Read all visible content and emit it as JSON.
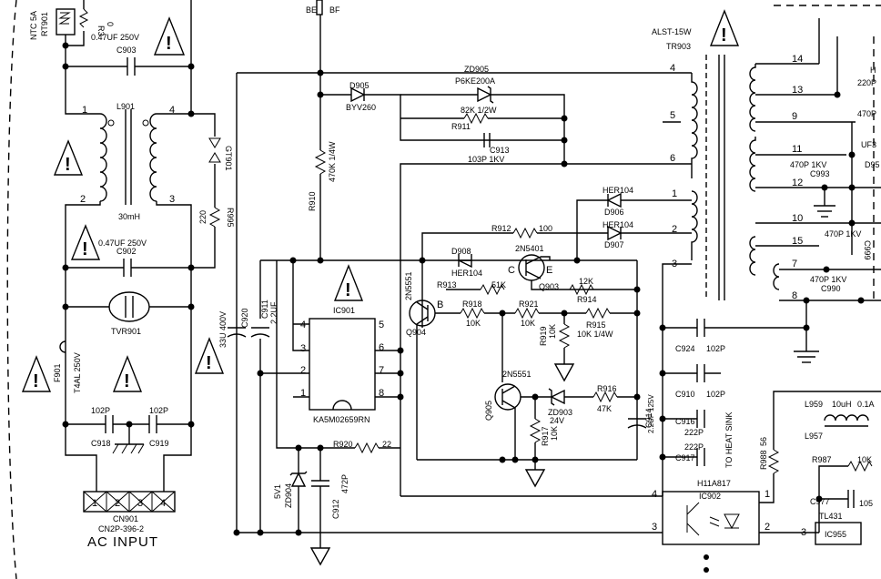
{
  "labels": {
    "rt901": "RT901",
    "ntc": "NTC 5A",
    "r3": "R3",
    "r3v": "0",
    "c903v": "0.47UF 250V",
    "c903": "C903",
    "l901": "L901",
    "l901v": "30mH",
    "gt901": "GT901",
    "r995": "R995",
    "r995v": "220",
    "c902v": "0.47UF 250V",
    "c902": "C902",
    "tvr901": "TVR901",
    "f901": "F901",
    "f901v": "T4AL 250V",
    "c918v": "102P",
    "c918": "C918",
    "c919v": "102P",
    "c919": "C919",
    "cn901": "CN901",
    "cn901t": "CN2P-396-2",
    "acinput": "AC INPUT",
    "be": "BE",
    "bf": "BF",
    "d905": "D905",
    "d905t": "BYV260",
    "zd905": "ZD905",
    "zd905t": "P6KE200A",
    "r911v": "82K 1/2W",
    "r911": "R911",
    "c913": "C913",
    "c913v": "103P 1KV",
    "r910": "R910",
    "r910v": "470K 1/4W",
    "c920": "C920",
    "c920v": "33U 400V",
    "c911": "C911",
    "c911v": "2.2UF",
    "ic901": "IC901",
    "ic901t": "KA5M02659RN",
    "zd904": "ZD904",
    "zd904v": "5V1",
    "c912": "C912",
    "c912v": "472P",
    "r920": "R920",
    "r920v": "22",
    "tr903": "TR903",
    "tr903t": "ALST-15W",
    "d906t": "HER104",
    "d906": "D906",
    "d907t": "HER104",
    "d907": "D907",
    "r912": "R912",
    "r912v": "100",
    "q903t": "2N5401",
    "q903": "Q903",
    "d908": "D908",
    "d908t": "HER104",
    "q904t": "2N5551",
    "q904": "Q904",
    "r913": "R913",
    "r913v": "51K",
    "r918": "R918",
    "r918v": "10K",
    "r921": "R921",
    "r921v": "10K",
    "r914v": "12K",
    "r914": "R914",
    "r915": "R915",
    "r915v": "10K 1/4W",
    "r919": "R919",
    "r919v": "10K",
    "q905t": "2N5551",
    "q905": "Q905",
    "zd903": "ZD903",
    "zd903v": "24V",
    "r916": "R916",
    "r916v": "47K",
    "r917": "R917",
    "r917v": "10K",
    "c914": "C914",
    "c914v": "2.2UF 125V",
    "c924": "C924",
    "c924v": "102P",
    "c910": "C910",
    "c910v": "102P",
    "c916": "C916",
    "c916v": "222P",
    "c917": "C917",
    "c917v": "222P",
    "toheatsink": "TO HEAT SINK",
    "ic902t": "H11A817",
    "ic902": "IC902",
    "r988": "R988",
    "r988v": "56",
    "l959": "L959",
    "l959v": "10uH",
    "l959i": "0.1A",
    "l957": "L957",
    "r987": "R987",
    "r987v": "10K",
    "c977": "C977",
    "c977v": "105",
    "tl431": "TL431",
    "ic955": "IC955",
    "c993v": "470P 1KV",
    "c993": "C993",
    "c999": "C999",
    "c990v": "470P 1KV",
    "c990": "C990",
    "c999v": "470P 1KV",
    "c220": "220P",
    "c470": "470P",
    "uf3": "UF3",
    "d95": "D95",
    "h": "H"
  },
  "pins": {
    "l1": "1",
    "l2": "2",
    "l3": "3",
    "l4": "4",
    "t4": "4",
    "t5": "5",
    "t6": "6",
    "t1": "1",
    "t2": "2",
    "t3": "3",
    "s14": "14",
    "s13": "13",
    "s9": "9",
    "s11": "11",
    "s12": "12",
    "s10": "10",
    "s15": "15",
    "s7": "7",
    "s8": "8",
    "ic4": "4",
    "ic3": "3",
    "ic2": "2",
    "ic1": "1",
    "ic5": "5",
    "ic6": "6",
    "ic7": "7",
    "ic8": "8",
    "cn1": "1",
    "cn2": "2",
    "cn3": "3",
    "cn4": "4",
    "o4": "4",
    "o3": "3",
    "o1": "1",
    "o2": "2",
    "tl3": "3",
    "qc": "C",
    "qe": "E",
    "qb": "B"
  }
}
